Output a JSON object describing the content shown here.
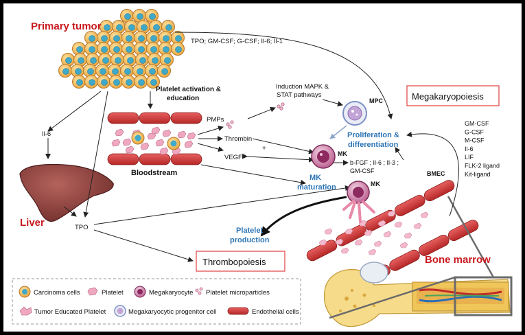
{
  "colors": {
    "accent_red": "#c8191f",
    "accent_blue": "#2e75b6",
    "vessel_red": "#d33a3a",
    "cell_orange": "#f2b94a",
    "nucleus_teal": "#3fa9c9",
    "platelet_pink": "#f0a8c0",
    "mk_purple": "#a4437a",
    "bone_yellow": "#f3d27a",
    "box_border": "#e04040"
  },
  "labels": {
    "primary_tumor": "Primary tumor",
    "liver": "Liver",
    "bone_marrow": "Bone marrow",
    "bloodstream": "Bloodstream",
    "platelet_activation": "Platelet activation &",
    "platelet_education": "education",
    "pmps": "PMPs",
    "thrombin": "Thrombin",
    "vegf": "VEGF",
    "plus_sign": "+",
    "il6": "Il-6",
    "tpo": "TPO",
    "tumor_cytokines": "TPO; GM-CSF; G-CSF; Il-6; Il-1",
    "induction_line1": "Induction MAPK &",
    "induction_line2": "STAT pathways",
    "mpc": "MPC",
    "mk": "MK",
    "mk2": "MK",
    "proliferation_line1": "Proliferation &",
    "proliferation_line2": "differentiation",
    "mk_maturation_line1": "MK",
    "mk_maturation_line2": "maturation",
    "growth_factors_line1": "b-FGF ; Il-6 ; Il-3 ;",
    "growth_factors_line2": "GM-CSF",
    "bmec": "BMEC",
    "platelet_production_line1": "Platelet",
    "platelet_production_line2": "production",
    "megakaryopoiesis": "Megakaryopoiesis",
    "thrombopoiesis": "Thrombopoiesis"
  },
  "bmec_factors": [
    "GM-CSF",
    "G-CSF",
    "M-CSF",
    "Il-6",
    "LIF",
    "FLK-2 ligand",
    "Kit-ligand"
  ],
  "legend": {
    "carcinoma": "Carcinoma cells",
    "platelet": "Platelet",
    "megakaryocyte": "Megakaryocyte",
    "microparticles": "Platelet microparticles",
    "tep": "Tumor Educated Platelet",
    "progenitor": "Megakaryocytic progenitor cell",
    "endothelial": "Endothelial cells"
  }
}
